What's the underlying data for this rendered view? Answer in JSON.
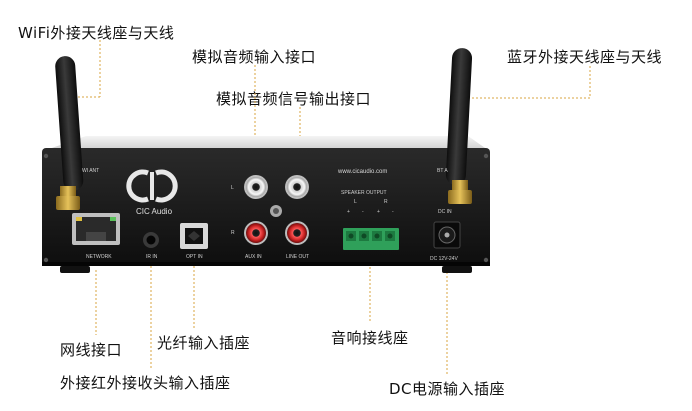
{
  "labels": {
    "wifi_antenna": "WiFi外接天线座与天线",
    "analog_in": "模拟音频输入接口",
    "analog_out": "模拟音频信号输出接口",
    "bt_antenna": "蓝牙外接天线座与天线",
    "network": "网线接口",
    "optical": "光纤输入插座",
    "ir_in": "外接红外接收头输入插座",
    "speaker": "音响接线座",
    "dc_in": "DC电源输入插座"
  },
  "device": {
    "brand": "CIC Audio",
    "website": "www.cicaudio.com",
    "port_network": "NETWORK",
    "port_ir": "IR IN",
    "port_opt": "OPT IN",
    "port_aux": "AUX IN",
    "port_line": "LINE OUT",
    "speaker_output": "SPEAKER   OUTPUT",
    "dc_in": "DC IN",
    "dc_rating": "DC 12V-24V",
    "wifi_ant": "WI ANT",
    "bt_ant": "BT A",
    "ch_l": "L",
    "ch_r": "R",
    "sp_l": "L",
    "sp_r": "R",
    "plus": "+",
    "minus": "-"
  },
  "colors": {
    "leader": "#d9a441",
    "body": "#1a1a1a",
    "rca_red": "#c62020",
    "rca_white": "#f2f2f2",
    "terminal": "#2fa05a"
  }
}
